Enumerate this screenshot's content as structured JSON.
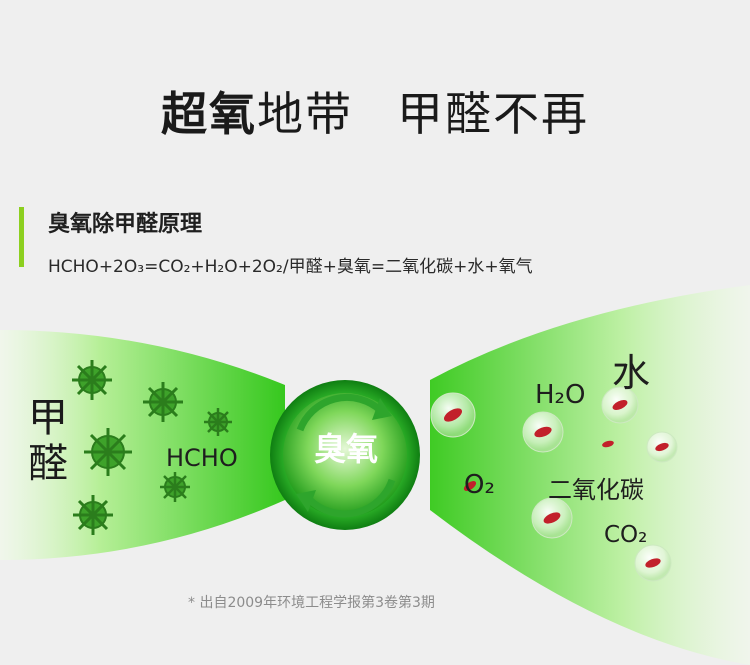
{
  "headline": {
    "bold_part": "超氧",
    "part1_rest": "地带",
    "part2": "甲醛不再"
  },
  "section": {
    "title": "臭氧除甲醛原理",
    "formula": "HCHO+2O₃=CO₂+H₂O+2O₂/甲醛+臭氧=二氧化碳+水+氧气"
  },
  "diagram": {
    "left_big": "甲醛",
    "hcho": "HCHO",
    "center": "臭氧",
    "water_big": "水",
    "h2o": "H₂O",
    "o2": "O₂",
    "co2_cn": "二氧化碳",
    "co2": "CO₂"
  },
  "footnote": "* 出自2009年环境工程学报第3卷第3期",
  "colors": {
    "accent": "#8ccf1f",
    "green_dark": "#1fa51f",
    "green_light": "#c9f2b4"
  }
}
